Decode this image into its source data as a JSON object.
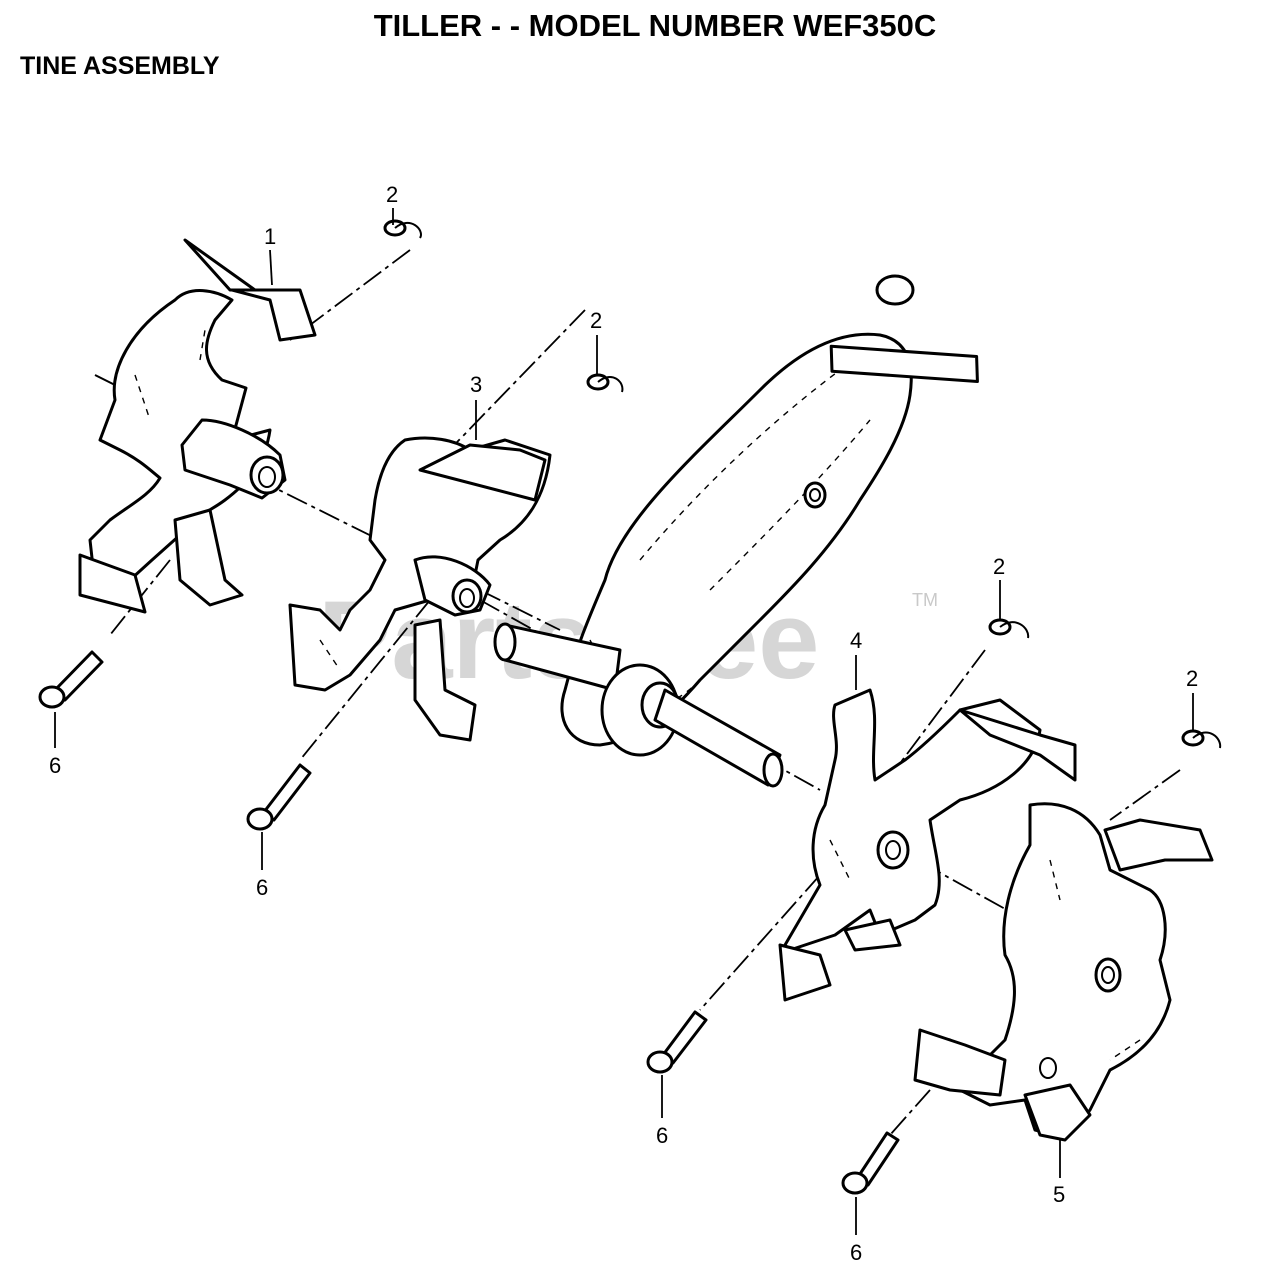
{
  "header": {
    "title": "TILLER - - MODEL NUMBER WEF350C",
    "subtitle": "TINE ASSEMBLY"
  },
  "watermark": {
    "text": "PartsTree",
    "trademark": "TM"
  },
  "callouts": {
    "c1": "1",
    "c2a": "2",
    "c2b": "2",
    "c2c": "2",
    "c2d": "2",
    "c3": "3",
    "c4": "4",
    "c5": "5",
    "c6a": "6",
    "c6b": "6",
    "c6c": "6",
    "c6d": "6"
  }
}
